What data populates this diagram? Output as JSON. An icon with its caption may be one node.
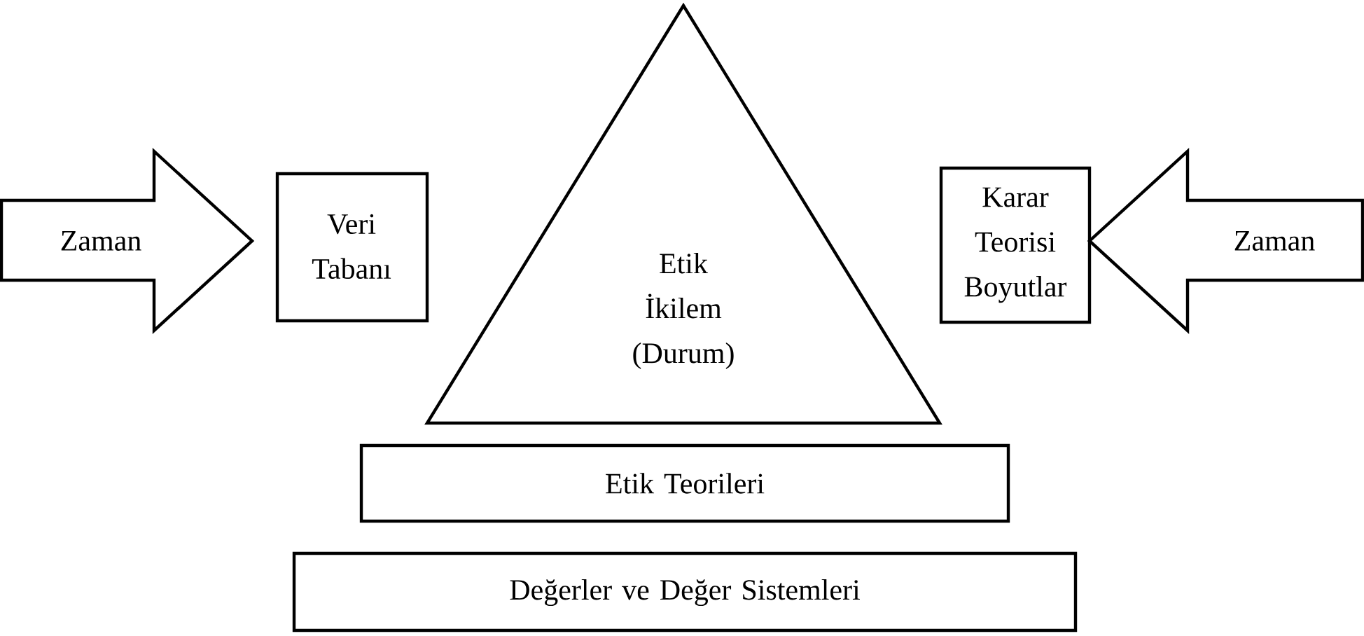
{
  "diagram": {
    "nodes": [
      {
        "text": [
          "Zaman"
        ]
      },
      {
        "text": [
          "Veri Tabanı"
        ]
      },
      {
        "text": [
          "Etik İkilem (Durum)"
        ]
      },
      {
        "text": [
          "Karar Teorisi Boyutlar"
        ]
      },
      {
        "text": [
          "Zaman"
        ]
      },
      {
        "text": [
          "Etik Teorileri"
        ]
      },
      {
        "text": [
          "Değerler ve Değer Sistemleri"
        ]
      }
    ]
  }
}
